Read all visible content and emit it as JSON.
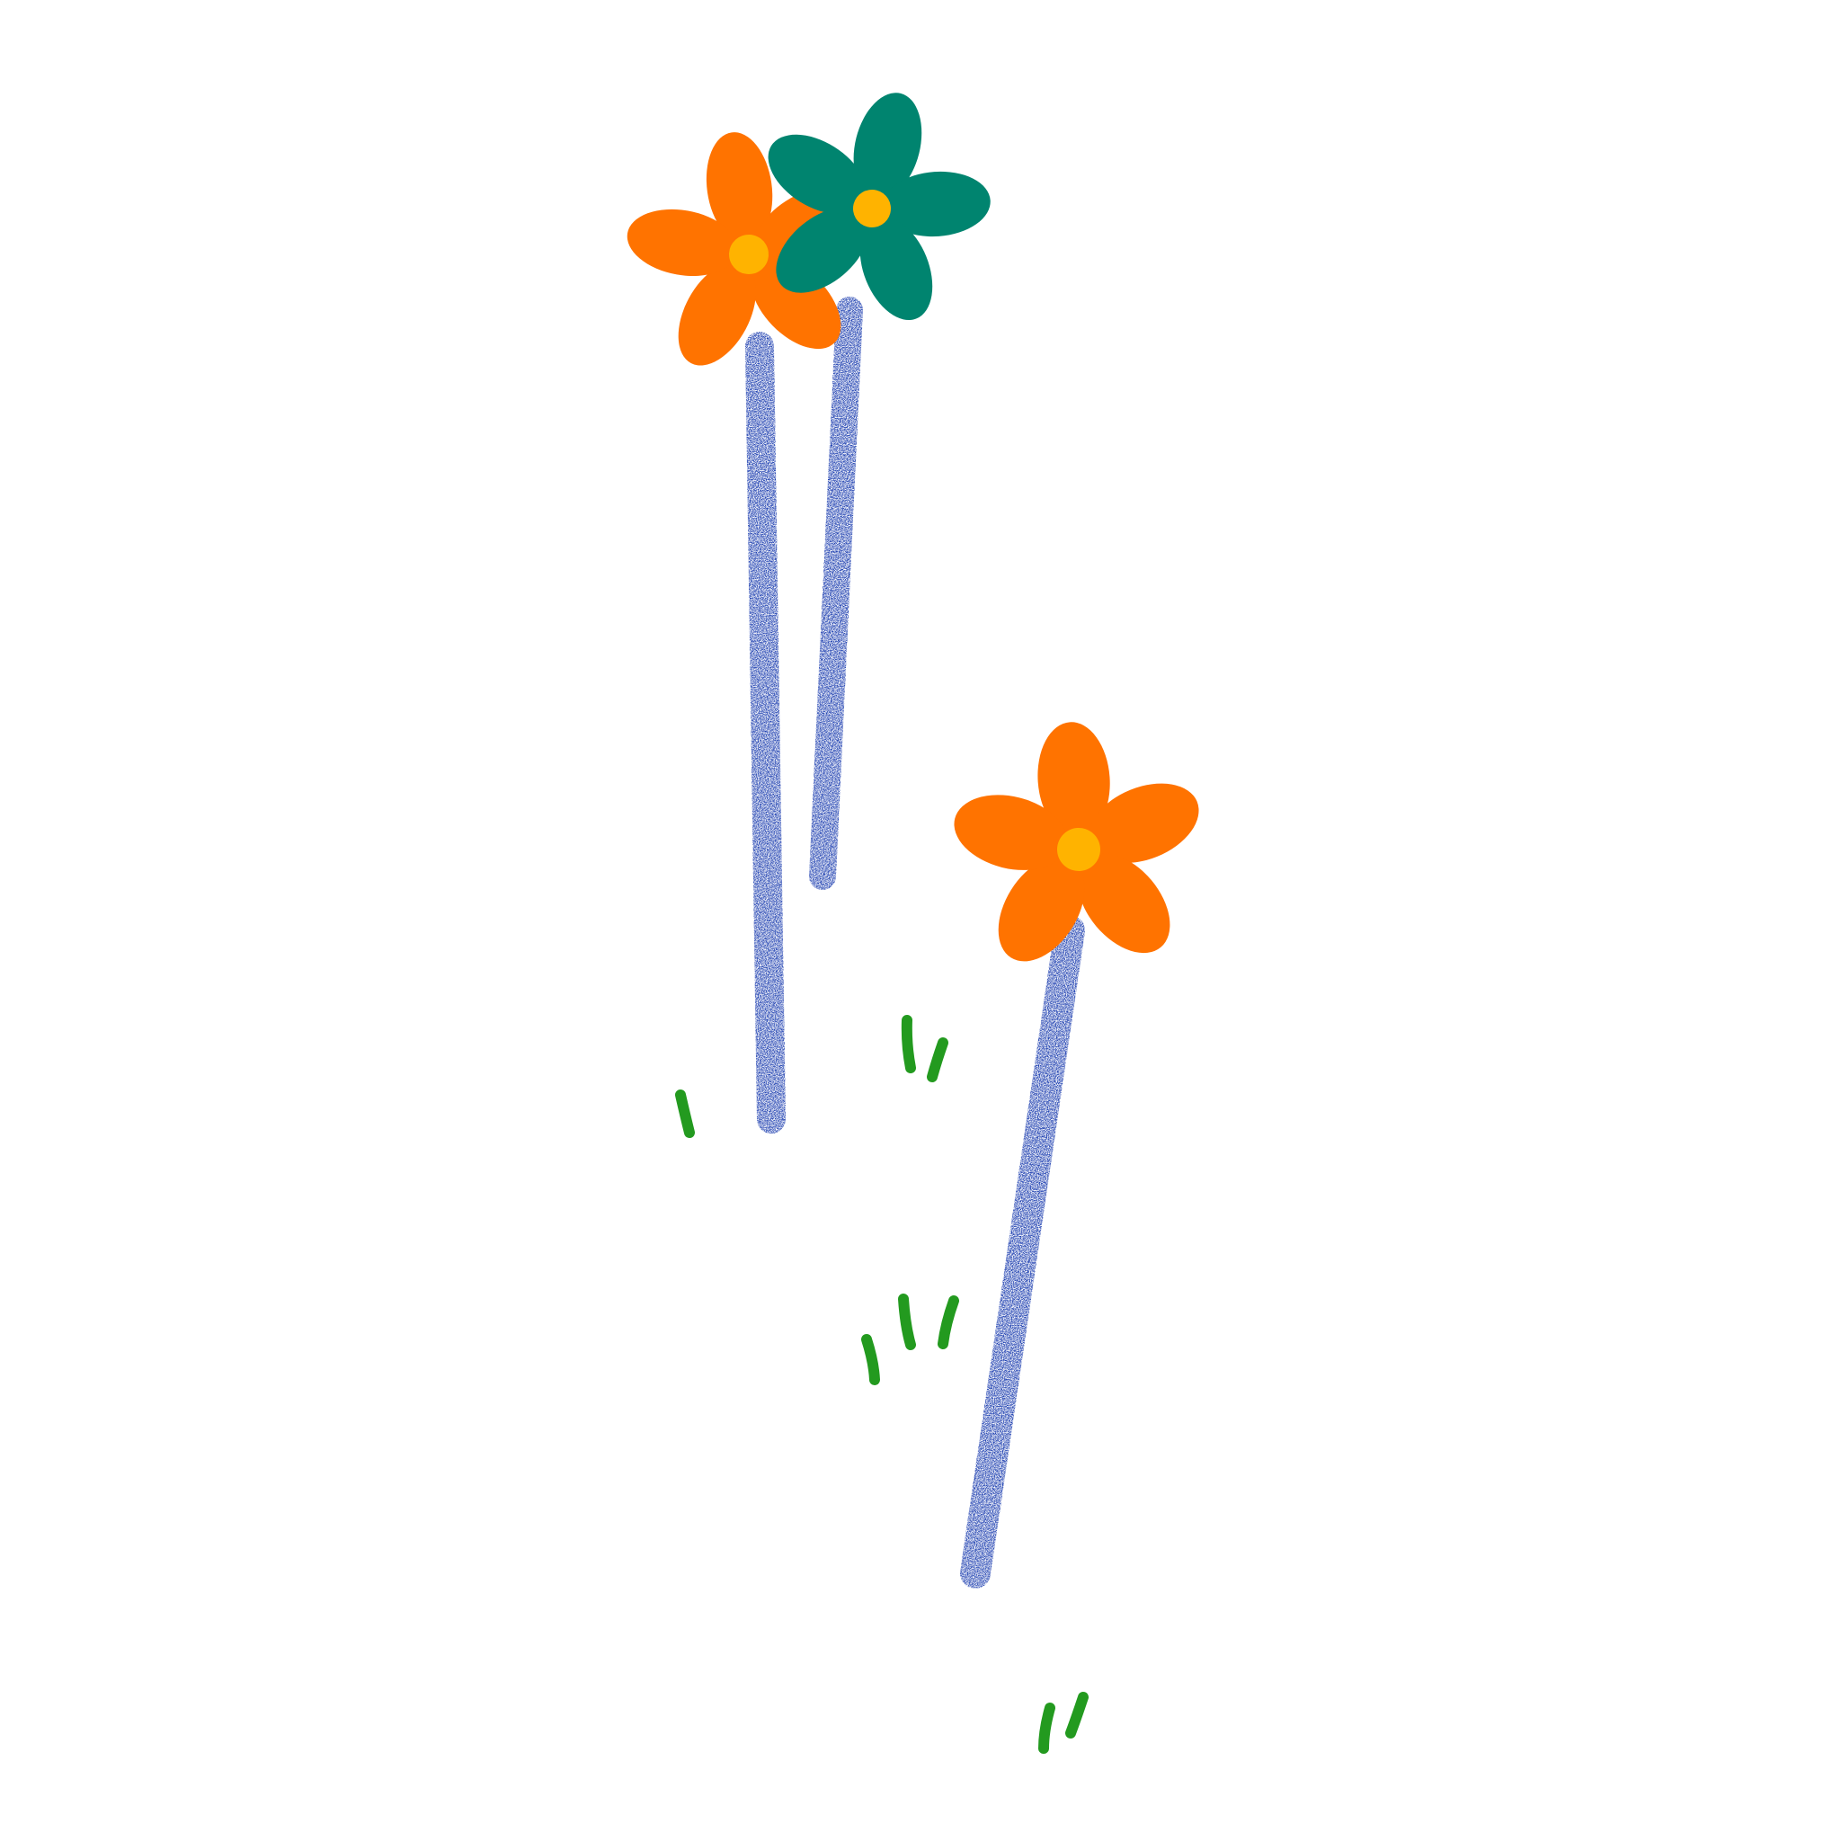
{
  "illustration": {
    "colors": {
      "background": "#ffffff",
      "stem": "#1f3fb0",
      "orange_petal": "#ff7300",
      "teal_petal": "#00846f",
      "flower_center": "#ffb300",
      "grass": "#239a1f"
    },
    "flowers": [
      {
        "name": "orange-flower-top-left",
        "petal_color": "orange"
      },
      {
        "name": "teal-flower-top",
        "petal_color": "teal"
      },
      {
        "name": "orange-flower-right",
        "petal_color": "orange"
      }
    ],
    "grass_tufts": 4
  }
}
